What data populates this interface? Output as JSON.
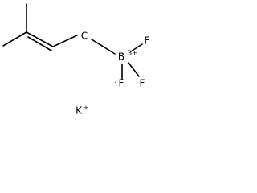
{
  "molecule": {
    "atoms": {
      "carbanion": {
        "symbol": "C",
        "charge": "-"
      },
      "boron": {
        "symbol": "B",
        "charge": "3+"
      },
      "fluorine_top": {
        "symbol": "F"
      },
      "fluorine_left": {
        "symbol": "F",
        "charge": "-"
      },
      "fluorine_right": {
        "symbol": "F"
      }
    },
    "counterion": {
      "symbol": "K",
      "charge": "+"
    }
  }
}
